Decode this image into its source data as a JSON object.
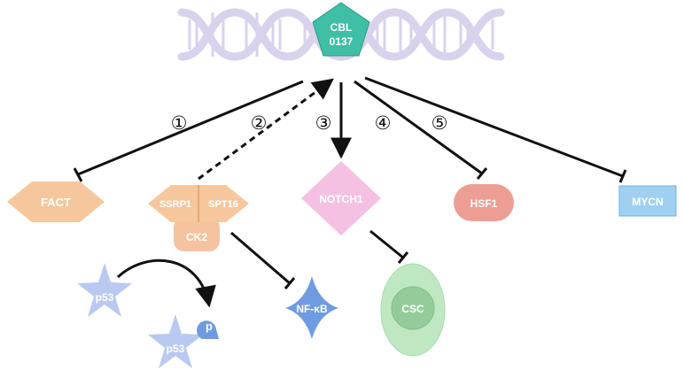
{
  "drug": {
    "line1": "CBL",
    "line2": "0137"
  },
  "steps": [
    "①",
    "②",
    "③",
    "④",
    "⑤"
  ],
  "targets": {
    "fact": "FACT",
    "ssrp1": "SSRP1",
    "spt16": "SPT16",
    "ck2": "CK2",
    "notch1": "NOTCH1",
    "hsf1": "HSF1",
    "mycn": "MYCN",
    "p53_a": "p53",
    "p53_b": "p53",
    "phos": "p",
    "nfkb": "NF-κB",
    "csc": "CSC"
  },
  "colors": {
    "dna": "#d9d2ec",
    "drug": "#3fbfa6",
    "fact": "#f6c79c",
    "ck2": "#f5c3a0",
    "notch1": "#f4c1e2",
    "hsf1": "#ec9e95",
    "mycn": "#9fd0f2",
    "p53": "#b9c9f1",
    "nfkb": "#6f9be0",
    "cell": "#bfe8c2",
    "nucleus": "#93cc9a"
  }
}
